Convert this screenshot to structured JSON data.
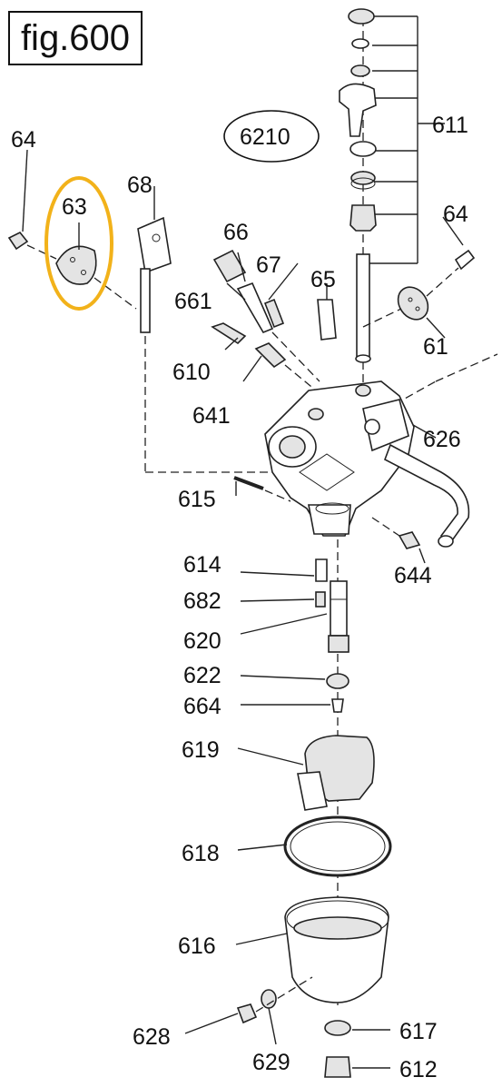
{
  "figure": {
    "title": "fig.600",
    "highlight_color": "#f2b21a",
    "ink_color": "#222222"
  },
  "callouts": {
    "c64a": "64",
    "c63": "63",
    "c68": "68",
    "c6210": "6210",
    "c611": "611",
    "c64b": "64",
    "c66": "66",
    "c67": "67",
    "c661": "661",
    "c65": "65",
    "c61": "61",
    "c610": "610",
    "c641": "641",
    "c626": "626",
    "c615": "615",
    "c614": "614",
    "c644": "644",
    "c682": "682",
    "c620": "620",
    "c622": "622",
    "c664": "664",
    "c619": "619",
    "c618": "618",
    "c616": "616",
    "c628": "628",
    "c617": "617",
    "c629": "629",
    "c612": "612"
  }
}
